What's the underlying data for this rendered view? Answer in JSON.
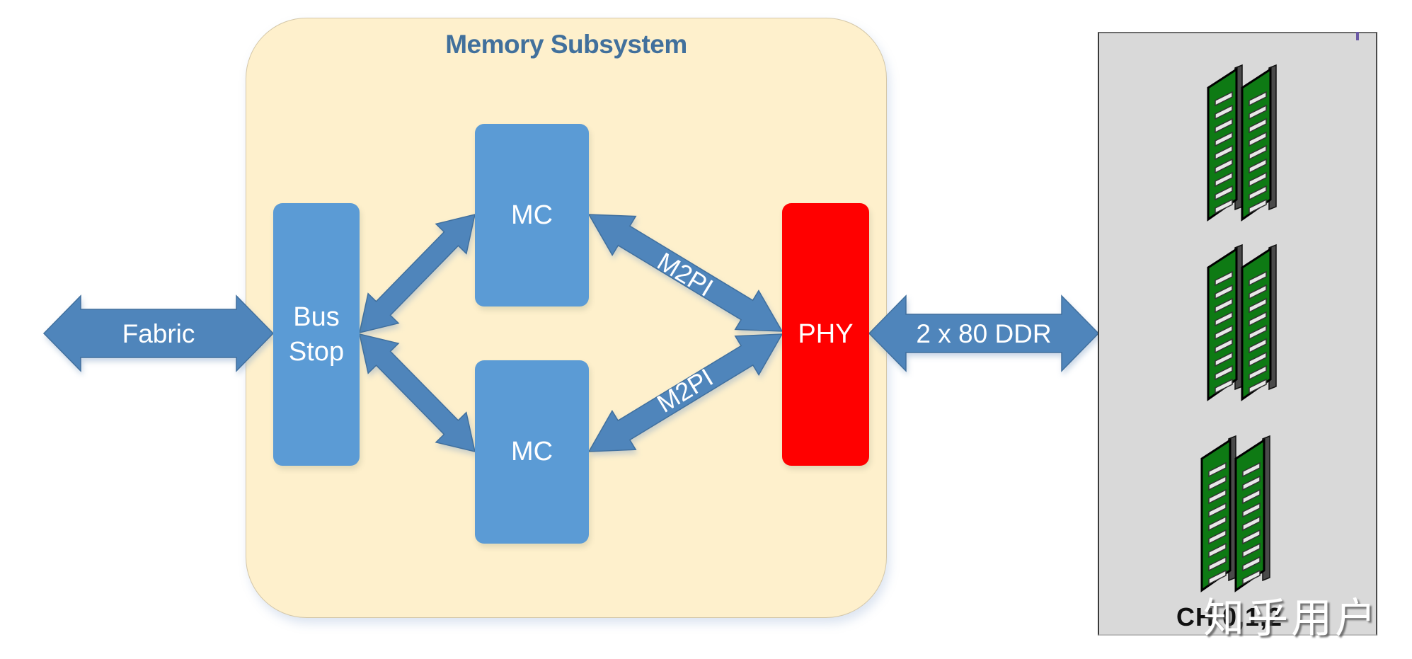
{
  "diagram": {
    "title": "Memory Subsystem",
    "blocks": {
      "bus_stop": {
        "line1": "Bus",
        "line2": "Stop"
      },
      "mc_top": {
        "label": "MC"
      },
      "mc_bottom": {
        "label": "MC"
      },
      "phy": {
        "label": "PHY"
      }
    },
    "arrows": {
      "fabric": {
        "label": "Fabric"
      },
      "m2pi_top": {
        "label": "M2PI"
      },
      "m2pi_bottom": {
        "label": "M2PI"
      },
      "ddr": {
        "label": "2 x 80 DDR"
      }
    },
    "dimm_panel": {
      "dimm_count": 3,
      "label": "CH 0,1,2"
    },
    "watermark": "知乎用户"
  },
  "colors": {
    "container_fill": "#fef0cc",
    "block_blue": "#5b9bd5",
    "phy_red": "#ff0000",
    "arrow_blue": "#4f85bb",
    "title_blue": "#41709c",
    "panel_gray": "#d9d9d9",
    "dimm_green": "#1a8a1a"
  }
}
